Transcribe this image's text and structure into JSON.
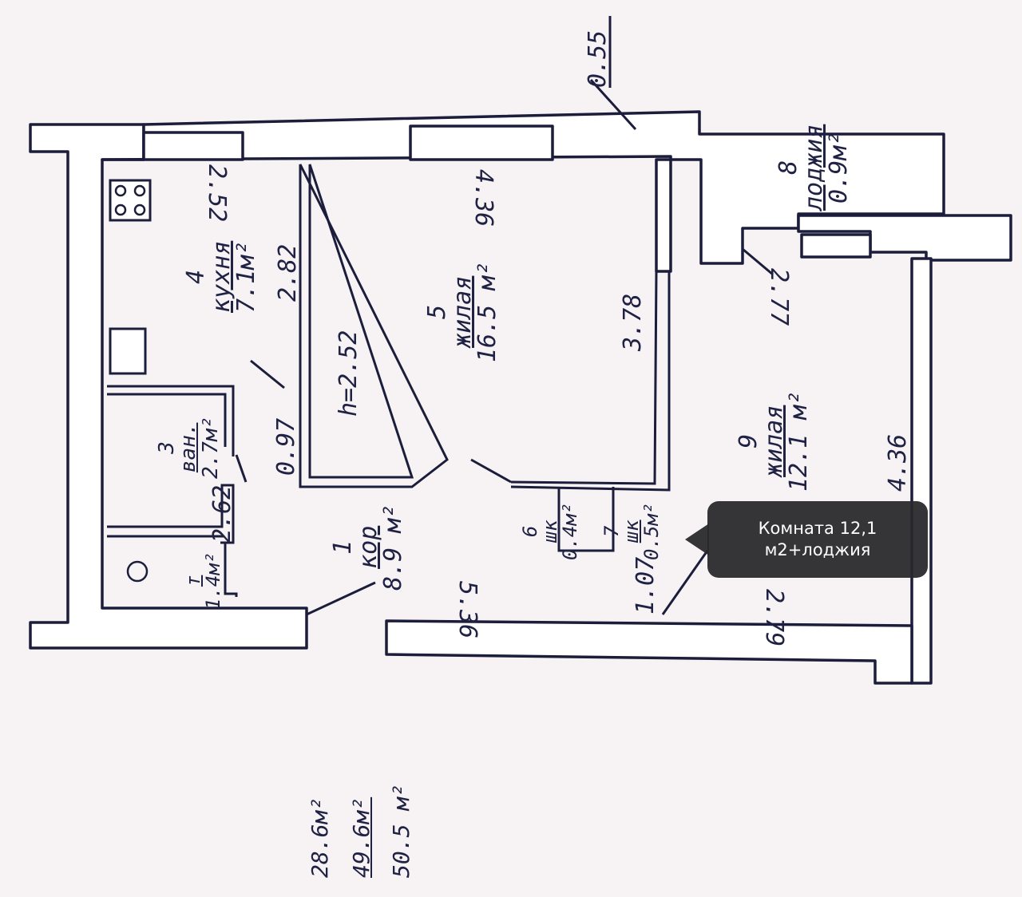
{
  "rooms": {
    "corridor": {
      "number": "1",
      "name": "кор",
      "area": "8.9 м²"
    },
    "bath_toilet": {
      "number": "",
      "name": "т",
      "area": "1.4м²"
    },
    "bath": {
      "number": "3",
      "name": "ван.",
      "area": "2.7м²"
    },
    "kitchen": {
      "number": "4",
      "name": "кухня",
      "area": "7.1м²"
    },
    "living_5": {
      "number": "5",
      "name": "жилая",
      "area": "16.5 м²"
    },
    "closet_6": {
      "number": "6",
      "name": "шк",
      "area": "0.4м²"
    },
    "closet_7": {
      "number": "7",
      "name": "шк",
      "area": "0.5м²"
    },
    "loggia": {
      "number": "8",
      "name": "лоджия",
      "area": "0.9м²"
    },
    "living_9": {
      "number": "9",
      "name": "жилая",
      "area": "12.1 м²"
    }
  },
  "dimensions": {
    "d_055": "0.55",
    "d_252_top": "2.52",
    "d_436_top": "4.36",
    "d_282": "2.82",
    "d_378": "3.78",
    "d_277": "2.77",
    "d_h": "h=2.52",
    "d_097": "0.97",
    "d_262": "2.62",
    "d_536": "5.36",
    "d_107": "1.07",
    "d_279": "2.79",
    "d_436_right": "4.36"
  },
  "totals": [
    "28.6м²",
    "49.6м²",
    "50.5 м²"
  ],
  "tooltip": {
    "text": "Комната 12,1 м2+лоджия"
  },
  "colors": {
    "ink": "#1b1d3a",
    "paper": "#f7f3f5",
    "tooltip_bg": "#28282c"
  }
}
